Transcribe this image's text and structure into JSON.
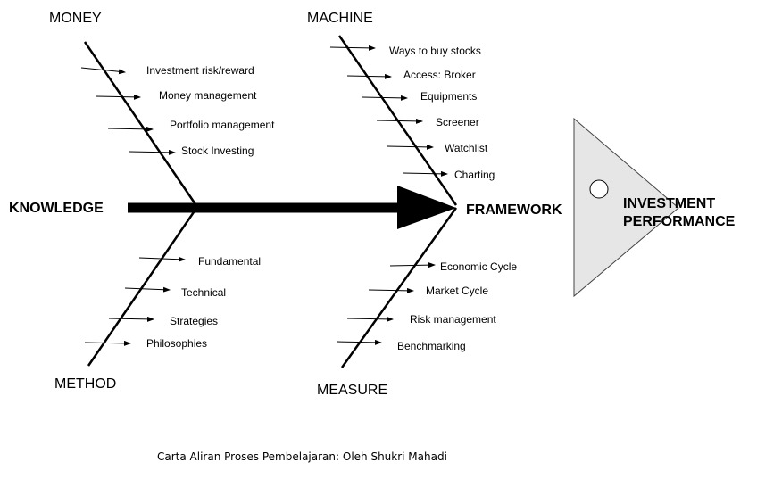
{
  "categories": {
    "money": "MONEY",
    "machine": "MACHINE",
    "method": "METHOD",
    "measure": "MEASURE"
  },
  "spine": {
    "start_label": "KNOWLEDGE",
    "mid_label": "FRAMEWORK"
  },
  "head": {
    "line1": "INVESTMENT",
    "line2": "PERFORMANCE",
    "fill": "#e6e6e6"
  },
  "money_items": [
    "Investment risk/reward",
    "Money management",
    "Portfolio management",
    "Stock Investing"
  ],
  "method_items": [
    "Fundamental",
    "Technical",
    "Strategies",
    "Philosophies"
  ],
  "machine_items": [
    "Ways to buy stocks",
    "Access: Broker",
    "Equipments",
    "Screener",
    "Watchlist",
    "Charting"
  ],
  "measure_items": [
    "Economic Cycle",
    "Market Cycle",
    "Risk management",
    "Benchmarking"
  ],
  "caption": "Carta Aliran Proses Pembelajaran: Oleh Shukri Mahadi"
}
